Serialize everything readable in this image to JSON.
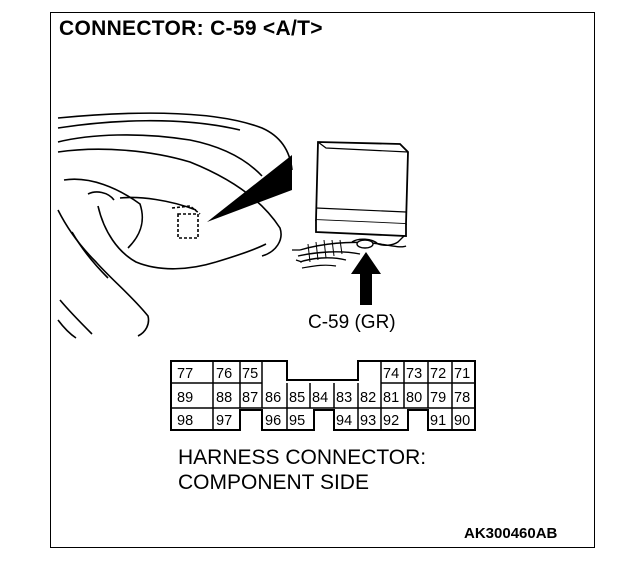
{
  "title": "CONNECTOR: C-59 <A/T>",
  "connector_label": "C-59 (GR)",
  "caption": {
    "line1": "HARNESS CONNECTOR:",
    "line2": "COMPONENT SIDE"
  },
  "figure_code": "AK300460AB",
  "pins": {
    "row1": [
      "77",
      "76",
      "75",
      "74",
      "73",
      "72",
      "71"
    ],
    "row2": [
      "89",
      "88",
      "87",
      "86",
      "85",
      "84",
      "83",
      "82",
      "81",
      "80",
      "79",
      "78"
    ],
    "row3": [
      "98",
      "97",
      "96",
      "95",
      "94",
      "93",
      "92",
      "91",
      "90"
    ]
  },
  "icons": [
    "dashboard-illustration",
    "ecu-module-icon",
    "pointer-arrow-icon"
  ]
}
